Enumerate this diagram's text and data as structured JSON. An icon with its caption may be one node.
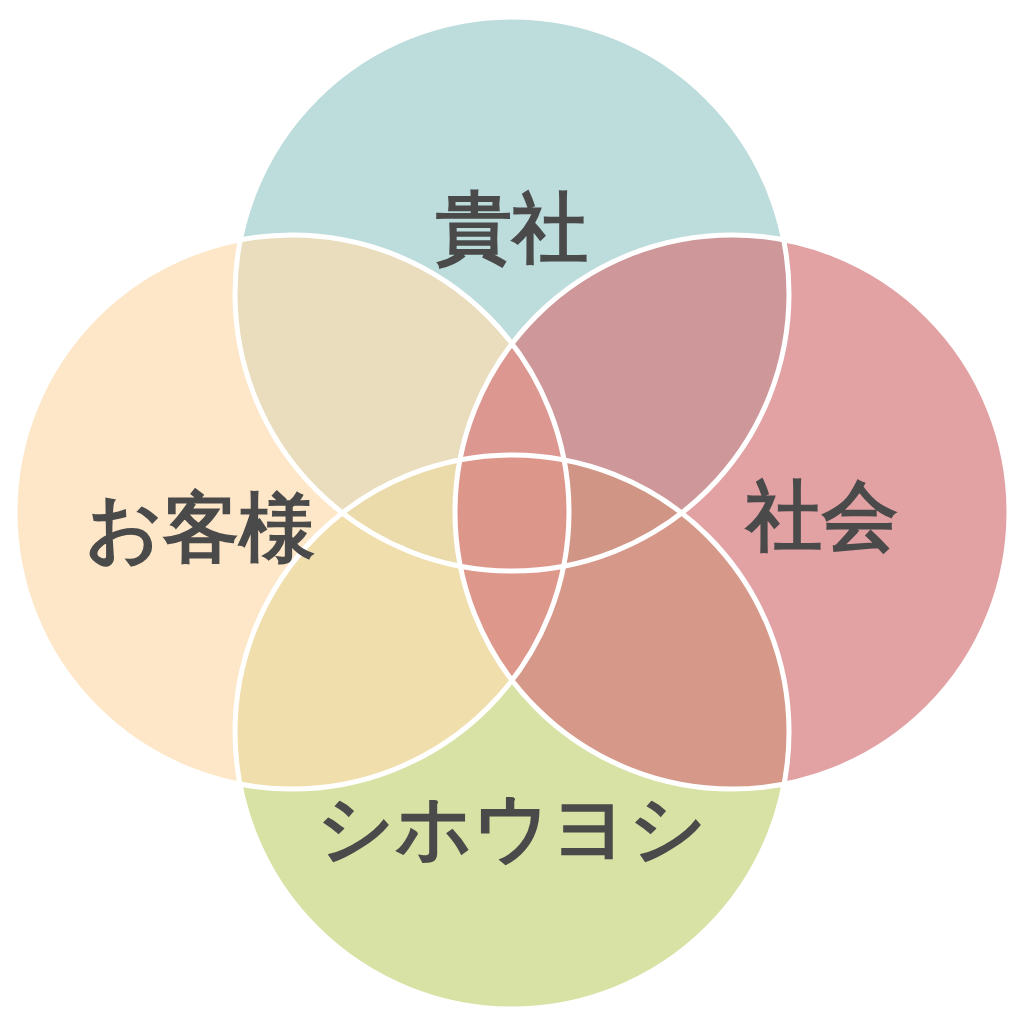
{
  "diagram": {
    "nodes": [
      {
        "text": [
          "貴社"
        ]
      },
      {
        "text": [
          "お客様"
        ]
      },
      {
        "text": [
          "社会"
        ]
      },
      {
        "text": [
          "シホウヨシ"
        ]
      }
    ]
  }
}
